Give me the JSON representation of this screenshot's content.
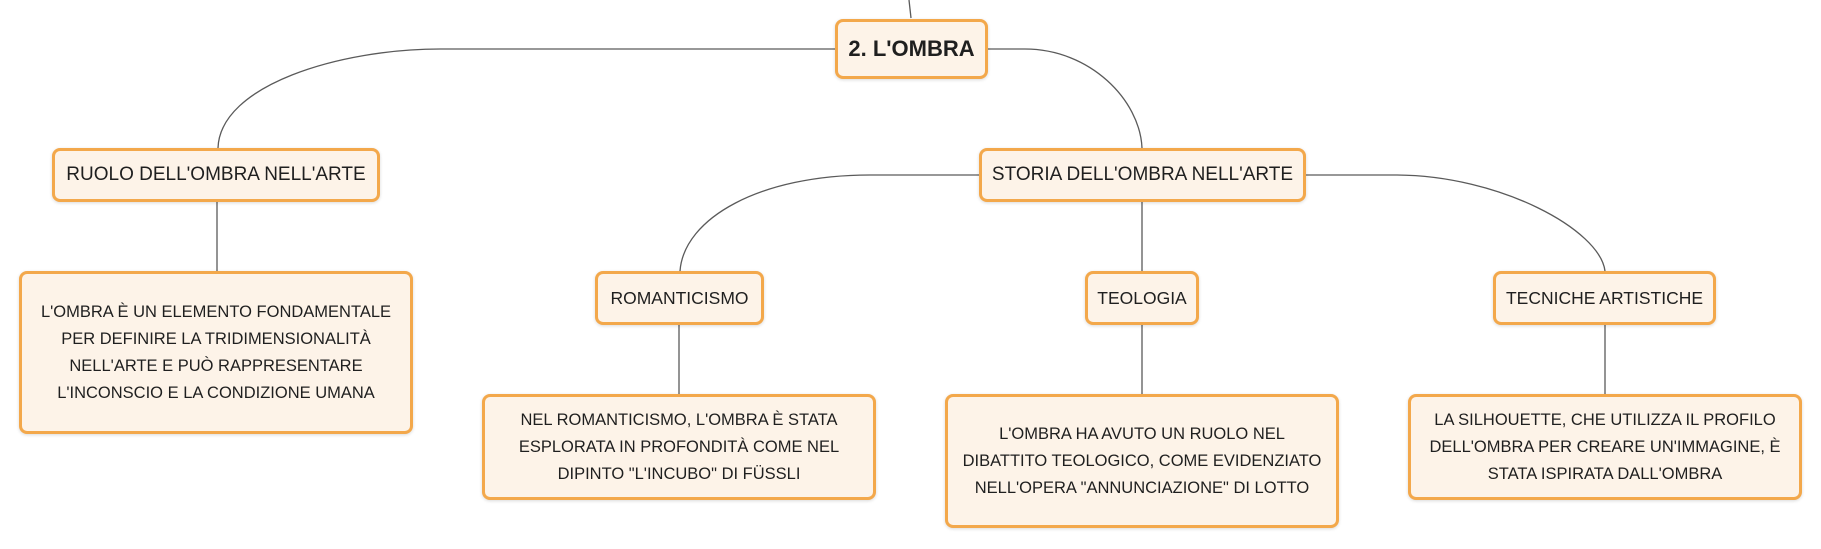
{
  "mindmap": {
    "root": "2. L'OMBRA",
    "role": {
      "title": "RUOLO DELL'OMBRA NELL'ARTE",
      "desc": [
        "L'OMBRA È UN ELEMENTO FONDAMENTALE",
        "PER DEFINIRE LA TRIDIMENSIONALITÀ",
        "NELL'ARTE E PUÒ RAPPRESENTARE",
        "L'INCONSCIO E LA CONDIZIONE UMANA"
      ]
    },
    "history": {
      "title": "STORIA DELL'OMBRA NELL'ARTE",
      "romanticism": {
        "title": "ROMANTICISMO",
        "desc": [
          "NEL ROMANTICISMO, L'OMBRA È STATA",
          "ESPLORATA IN PROFONDITÀ COME NEL",
          "DIPINTO \"L'INCUBO\" DI FÜSSLI"
        ]
      },
      "theology": {
        "title": "TEOLOGIA",
        "desc": [
          "L'OMBRA HA AVUTO UN RUOLO NEL",
          "DIBATTITO TEOLOGICO, COME EVIDENZIATO",
          "NELL'OPERA \"ANNUNCIAZIONE\" DI LOTTO"
        ]
      },
      "techniques": {
        "title": "TECNICHE ARTISTICHE",
        "desc": [
          "LA SILHOUETTE, CHE UTILIZZA IL PROFILO",
          "DELL'OMBRA PER CREARE UN'IMMAGINE, È",
          "STATA ISPIRATA DALL'OMBRA"
        ]
      }
    }
  },
  "colors": {
    "node_fill": "#fdf3e8",
    "node_border": "#f3a84b",
    "connector": "#5a5a5a",
    "text": "#1f1f1f"
  }
}
